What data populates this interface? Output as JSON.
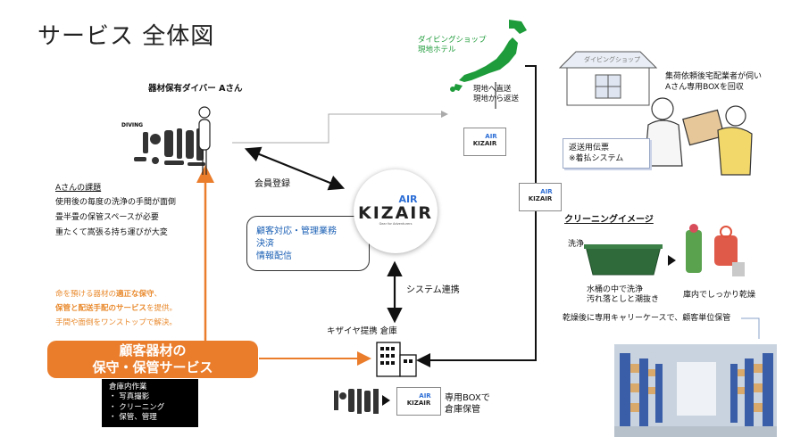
{
  "title": "サービス 全体図",
  "diver": {
    "label": "器材保有ダイバー Aさん",
    "gear_badge": "DIVING"
  },
  "issues": {
    "heading": "Aさんの課題",
    "items": [
      "使用後の毎度の洗浄の手間が面倒",
      "畳半畳の保管スペースが必要",
      "重たくて嵩張る持ち運びが大変"
    ]
  },
  "registration_label": "会員登録",
  "system_label": "システム連携",
  "kizair": {
    "air": "AIR",
    "name": "KIZAIR",
    "tagline": "Gear for Adventurers"
  },
  "kizair_functions": {
    "lines": [
      "顧客対応・管理業務",
      "決済",
      "情報配信"
    ]
  },
  "shop_pin": {
    "line1": "ダイビングショップ",
    "line2": "現地ホテル"
  },
  "local_shipping": {
    "line1": "現地へ直送",
    "line2": "現地から返送"
  },
  "air_box": {
    "air": "AIR",
    "name": "KIZAIR"
  },
  "shop_building_label": "ダイビングショップ",
  "pickup": {
    "line1": "集荷依頼後宅配業者が伺い",
    "line2": "Aさん専用BOXを回収"
  },
  "slip": {
    "line1": "返送用伝票",
    "line2": "※着払システム"
  },
  "cleaning": {
    "heading": "クリーニングイメージ",
    "wash_label": "洗浄",
    "wash_caption1": "水桶の中で洗浄",
    "wash_caption2": "汚れ落としと潮抜き",
    "dry_caption": "庫内でしっかり乾燥",
    "after_note": "乾燥後に専用キャリーケースで、顧客単位保管"
  },
  "promise": {
    "line1_pre": "命を預ける器材の",
    "line1_em": "適正な保守",
    "line1_post": "、",
    "line2_em": "保管と配送手配のサービス",
    "line2_post": "を提供。",
    "line3": "手間や面倒をワンストップで解決。"
  },
  "main_service": {
    "line1": "顧客器材の",
    "line2": "保守・保管サービス"
  },
  "warehouse": {
    "label": "キザイヤ提携 倉庫"
  },
  "storage": {
    "line1": "専用BOXで",
    "line2": "倉庫保管"
  },
  "warehouse_tasks": {
    "heading": "倉庫内作業",
    "items": [
      "写真撮影",
      "クリーニング",
      "保管、管理"
    ]
  },
  "colors": {
    "accent": "#ea7d2c",
    "link_blue": "#1a5fb4",
    "air_blue": "#2e6fd6",
    "map_green": "#1e9b3a"
  }
}
